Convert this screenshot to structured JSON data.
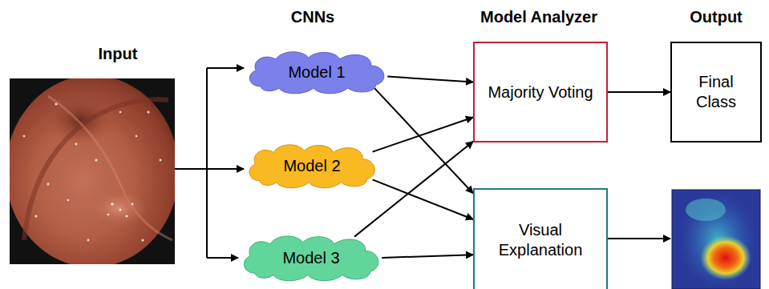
{
  "diagram": {
    "nodes": [
      {
        "text": [
          "Model 1"
        ]
      },
      {
        "text": [
          "Model 2"
        ]
      },
      {
        "text": [
          "Model 3"
        ]
      },
      {
        "text": [
          "Majority Voting"
        ]
      },
      {
        "text": [
          "Visual Explanation"
        ]
      },
      {
        "text": [
          "Final Class"
        ]
      }
    ],
    "edges": [
      {
        "from": 0,
        "to": 3,
        "arrow": "to"
      },
      {
        "from": 0,
        "to": 4,
        "arrow": "to"
      },
      {
        "from": 1,
        "to": 3,
        "arrow": "to"
      },
      {
        "from": 1,
        "to": 4,
        "arrow": "to"
      },
      {
        "from": 2,
        "to": 3,
        "arrow": "to"
      },
      {
        "from": 2,
        "to": 4,
        "arrow": "to"
      },
      {
        "from": 3,
        "to": 5,
        "arrow": "to"
      }
    ],
    "labels": [
      "Input",
      "CNNs",
      "Model Analyzer",
      "Output"
    ]
  }
}
